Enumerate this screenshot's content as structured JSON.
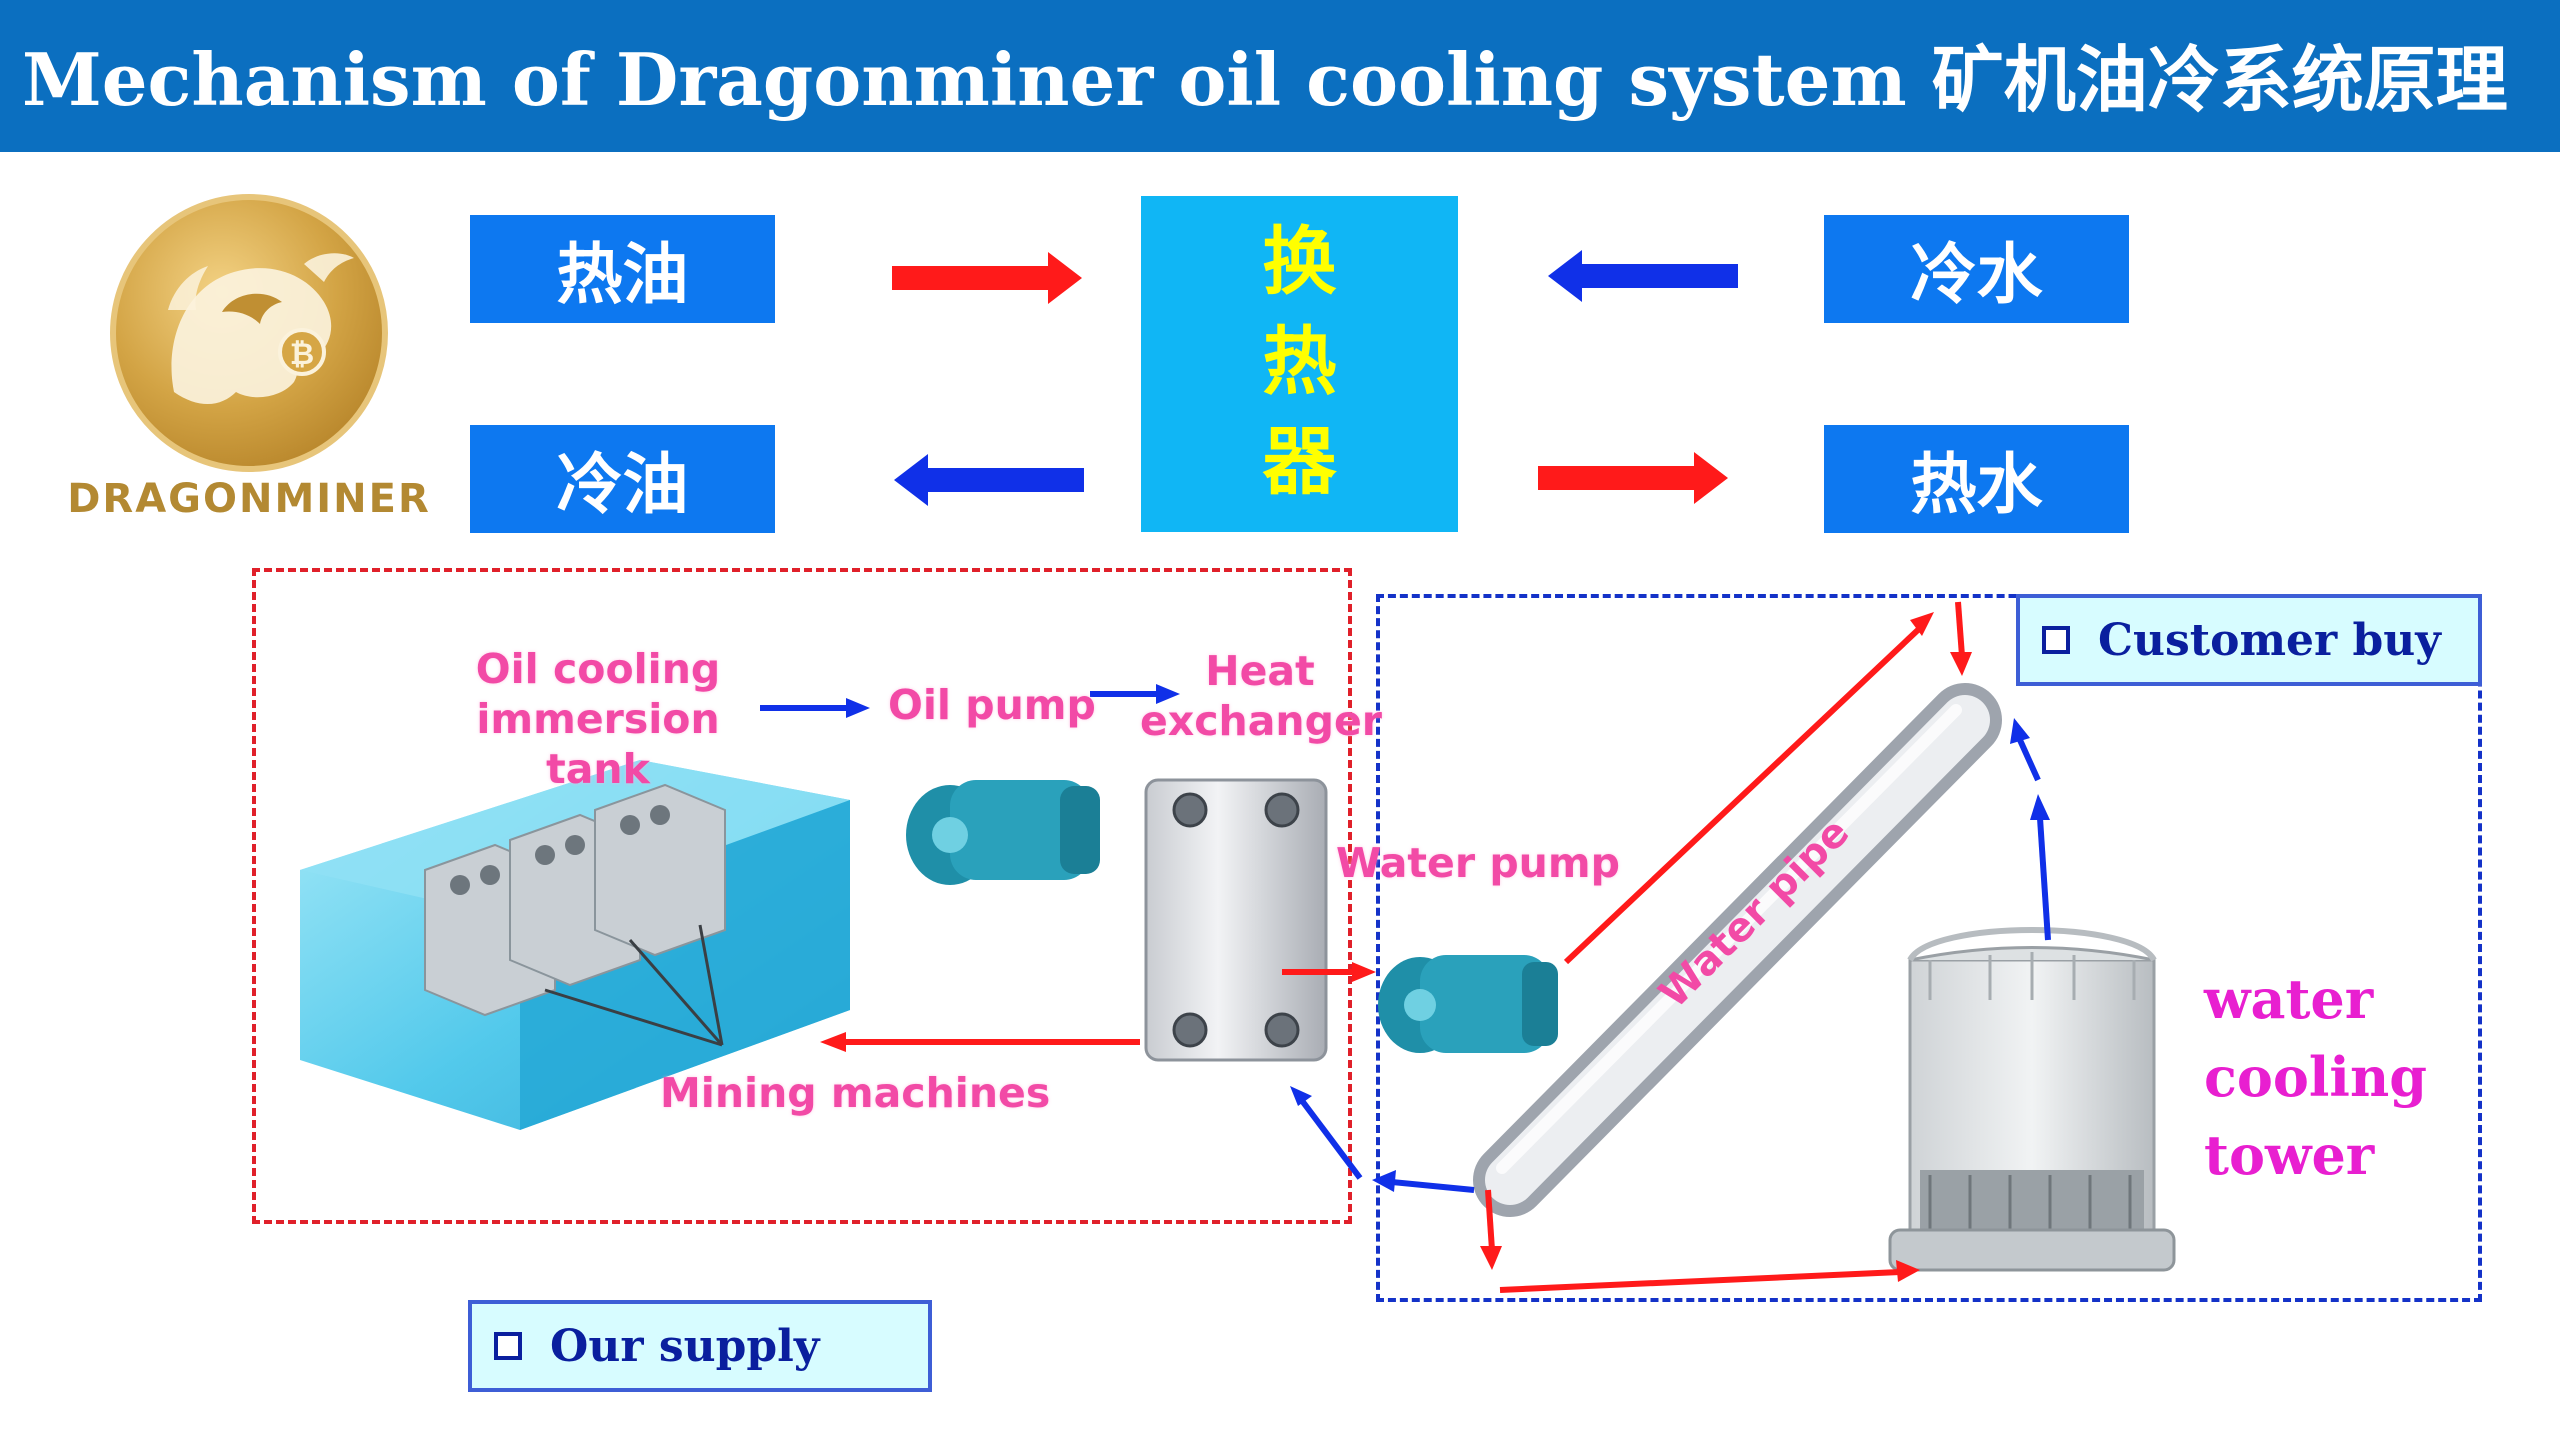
{
  "header": {
    "title": "Mechanism of Dragonminer oil cooling system 矿机油冷系统原理"
  },
  "logo": {
    "wordmark": "DRAGONMINER",
    "icon": "dragon-bitcoin-coin-logo"
  },
  "flow": {
    "hot_oil": "热油",
    "cold_oil": "冷油",
    "cold_water": "冷水",
    "hot_water": "热水",
    "exchanger_chars": [
      "换",
      "热",
      "器"
    ]
  },
  "diagram": {
    "oil_tank_label": "Oil cooling\nimmersion tank",
    "oil_pump_label": "Oil pump",
    "heat_exchanger_label": "Heat\nexchanger",
    "water_pump_label": "Water pump",
    "water_pipe_label": "Water pipe",
    "mining_machines_label": "Mining machines",
    "tower_lines": [
      "water",
      "cooling",
      "tower"
    ]
  },
  "legend": {
    "our_supply": "Our supply",
    "customer_buy": "Customer buy"
  },
  "colors": {
    "title_bar": "#0b6fc0",
    "flow_box": "#0d78f0",
    "exchanger_box": "#10b6f5",
    "exchanger_text": "#ffff00",
    "hot_arrow": "#ff1a1a",
    "cold_arrow": "#1030e8",
    "label_pink": "#f24aa6",
    "tower_text": "#e81fd0",
    "logo_gold": "#c99b3b"
  }
}
